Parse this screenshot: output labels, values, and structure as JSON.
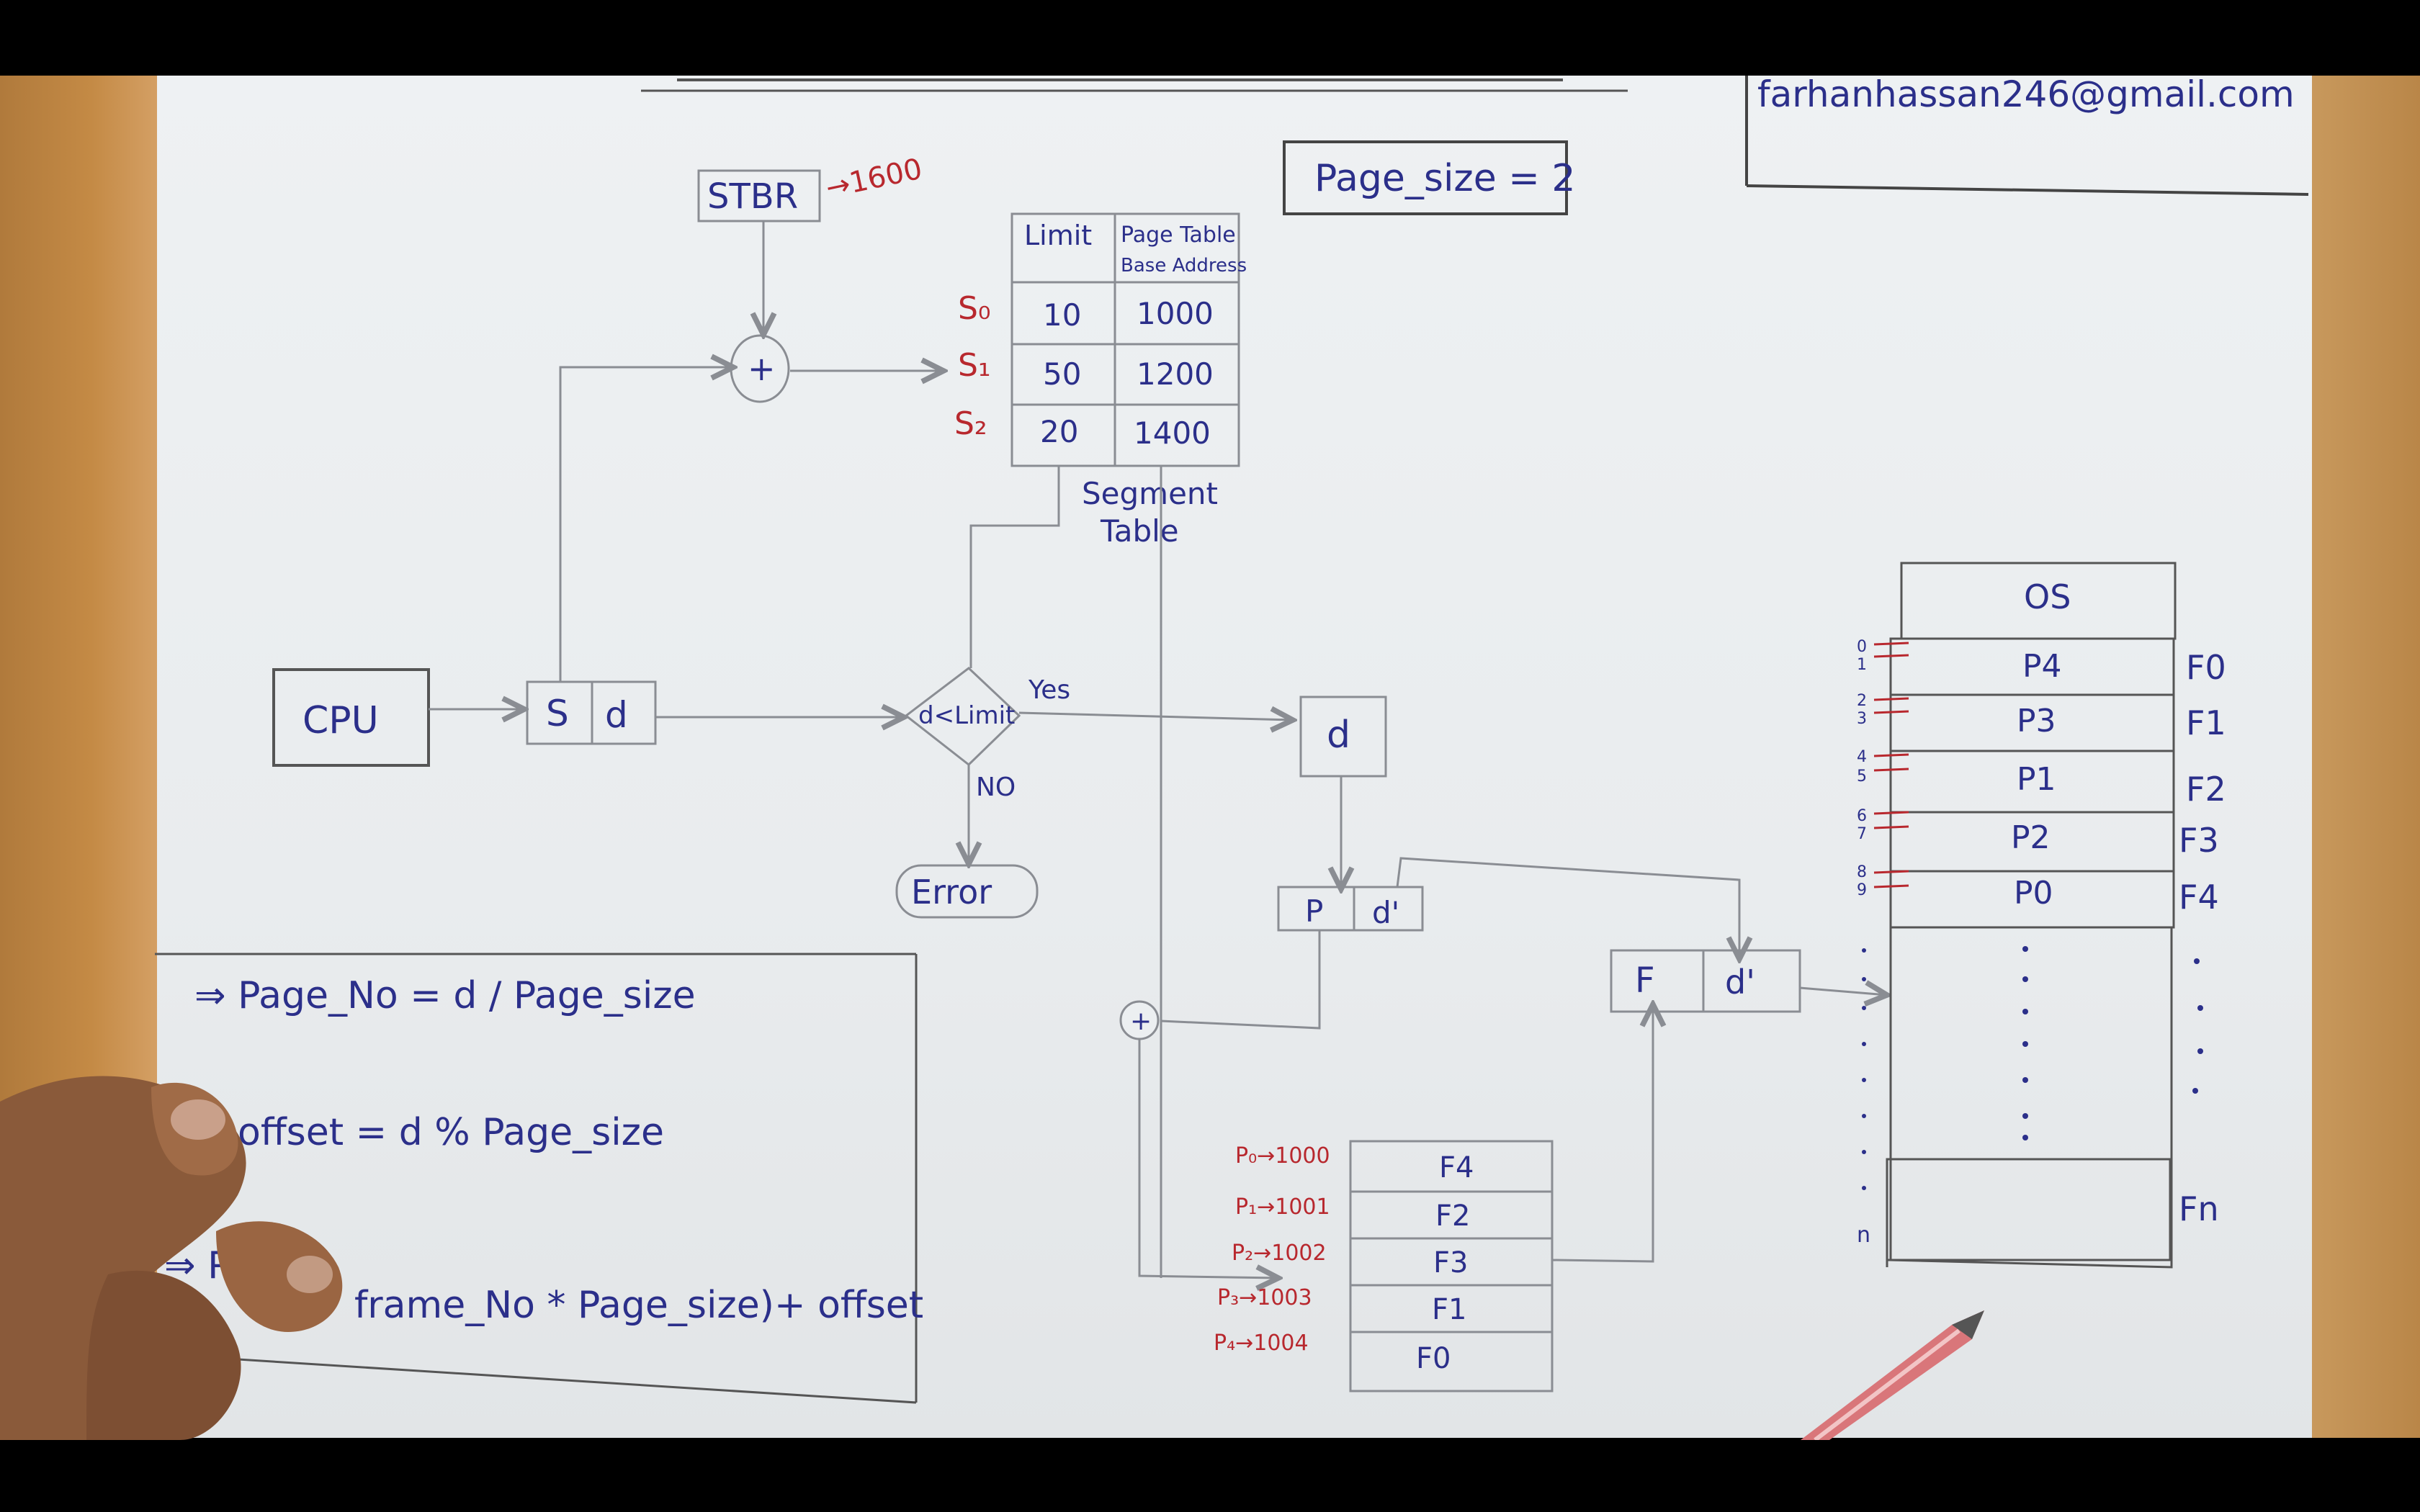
{
  "header": {
    "email": "farhanhassan246@gmail.com",
    "page_size": "Page_size = 2"
  },
  "stbr": {
    "label": "STBR",
    "value": "→1600"
  },
  "adder_symbol": "+",
  "segment_table": {
    "columns": [
      "Limit",
      "Page Table",
      "Base Address"
    ],
    "rows": [
      {
        "segment": "S₀",
        "limit": "10",
        "base": "1000"
      },
      {
        "segment": "S₁",
        "limit": "50",
        "base": "1200"
      },
      {
        "segment": "S₂",
        "limit": "20",
        "base": "1400"
      }
    ],
    "caption_line1": "Segment",
    "caption_line2": "Table"
  },
  "cpu": {
    "label": "CPU"
  },
  "logical_address": {
    "s": "S",
    "d": "d"
  },
  "decision": {
    "condition": "d<Limit",
    "yes": "Yes",
    "no": "NO"
  },
  "error_label": "Error",
  "d_box": "d",
  "pd_box": {
    "p": "P",
    "d_prime": "d'"
  },
  "fd_box": {
    "f": "F",
    "d_prime": "d'"
  },
  "page_table": {
    "rows": [
      {
        "label": "P₀→1000",
        "frame": "F4"
      },
      {
        "label": "P₁→1001",
        "frame": "F2"
      },
      {
        "label": "P₂→1002",
        "frame": "F3"
      },
      {
        "label": "P₃→1003",
        "frame": "F1"
      },
      {
        "label": "P₄→1004",
        "frame": "F0"
      }
    ]
  },
  "memory": {
    "os_label": "OS",
    "slots": [
      {
        "page": "P4",
        "frame": "F0",
        "addr_top": "0",
        "addr_bottom": "1"
      },
      {
        "page": "P3",
        "frame": "F1",
        "addr_top": "2",
        "addr_bottom": "3"
      },
      {
        "page": "P1",
        "frame": "F2",
        "addr_top": "4",
        "addr_bottom": "5"
      },
      {
        "page": "P2",
        "frame": "F3",
        "addr_top": "6",
        "addr_bottom": "7"
      },
      {
        "page": "P0",
        "frame": "F4",
        "addr_top": "8",
        "addr_bottom": "9"
      }
    ],
    "last_frame": "Fn",
    "last_addr": "n"
  },
  "formulas": {
    "line1": "⇒ Page_No = d / Page_size",
    "line2": "offset = d % Page_size",
    "line3_start": "⇒ P",
    "line3_end": "frame_No * Page_size)+ offset"
  },
  "colors": {
    "ink_blue": "#2b2f8a",
    "ink_red": "#b8282e",
    "pencil": "#8a8d93",
    "paper": "#eceff1"
  }
}
